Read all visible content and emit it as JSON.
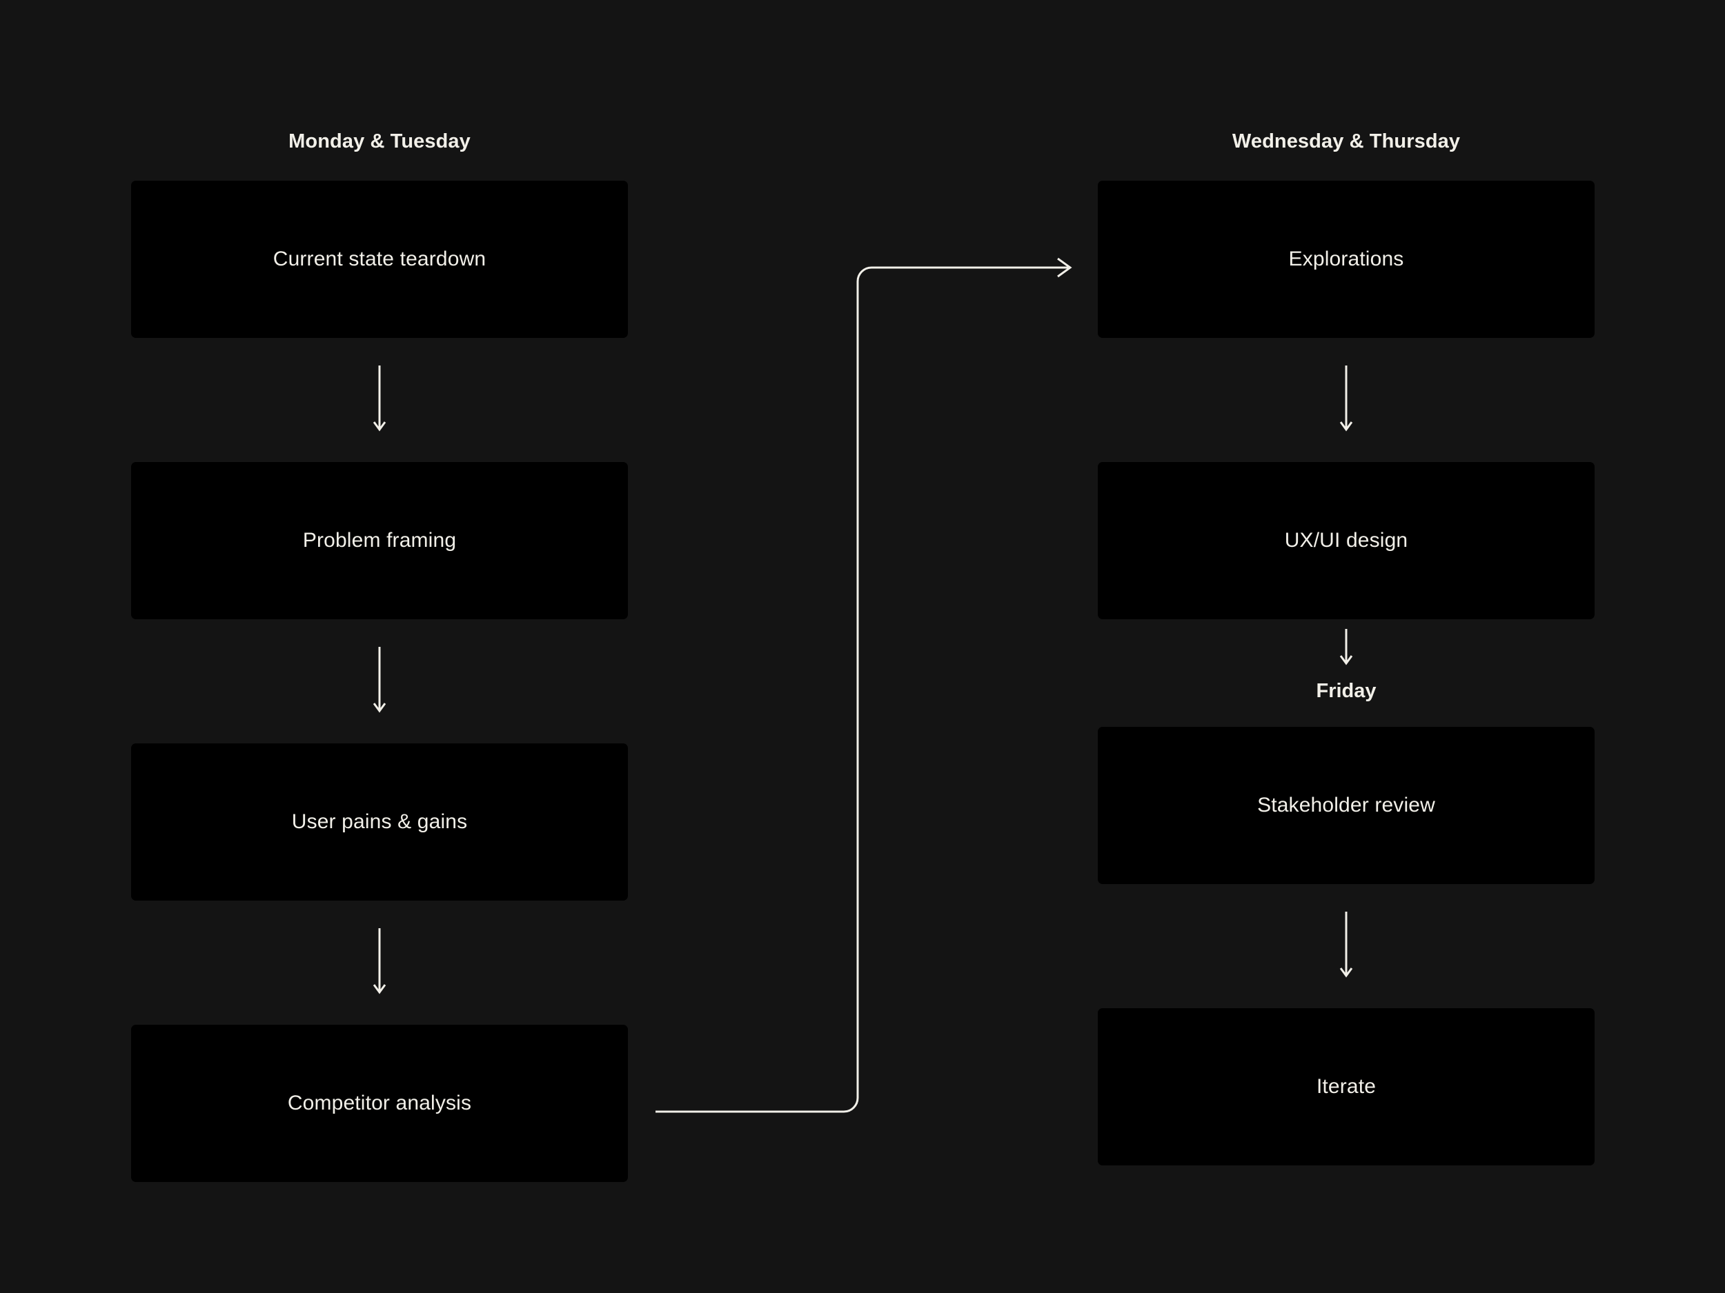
{
  "board": {
    "background_color": "#141414",
    "card_color": "#000000",
    "text_color": "#F2F0E9",
    "connector_color": "#F2F0E9"
  },
  "columns": [
    {
      "id": "monday-tuesday",
      "title": "Monday & Tuesday",
      "cards": [
        {
          "label": "Current state teardown"
        },
        {
          "label": "Problem framing"
        },
        {
          "label": "User pains & gains"
        },
        {
          "label": "Competitor analysis"
        }
      ]
    },
    {
      "id": "wednesday-thursday",
      "title": "Wednesday & Thursday",
      "phase_title": "Friday",
      "cards": [
        {
          "label": "Explorations"
        },
        {
          "label": "UX/UI design"
        },
        {
          "label": "Stakeholder review"
        },
        {
          "label": "Iterate"
        }
      ]
    }
  ],
  "connectors": {
    "cross_column": {
      "from": "Competitor analysis",
      "to": "Explorations",
      "has_arrowhead": true
    },
    "arrow_names": [
      "arrow-current-state-to-problem-framing",
      "arrow-problem-framing-to-user-pains",
      "arrow-user-pains-to-competitor-analysis",
      "arrow-explorations-to-uxui-design",
      "arrow-uxui-design-to-friday",
      "arrow-stakeholder-review-to-iterate"
    ]
  }
}
